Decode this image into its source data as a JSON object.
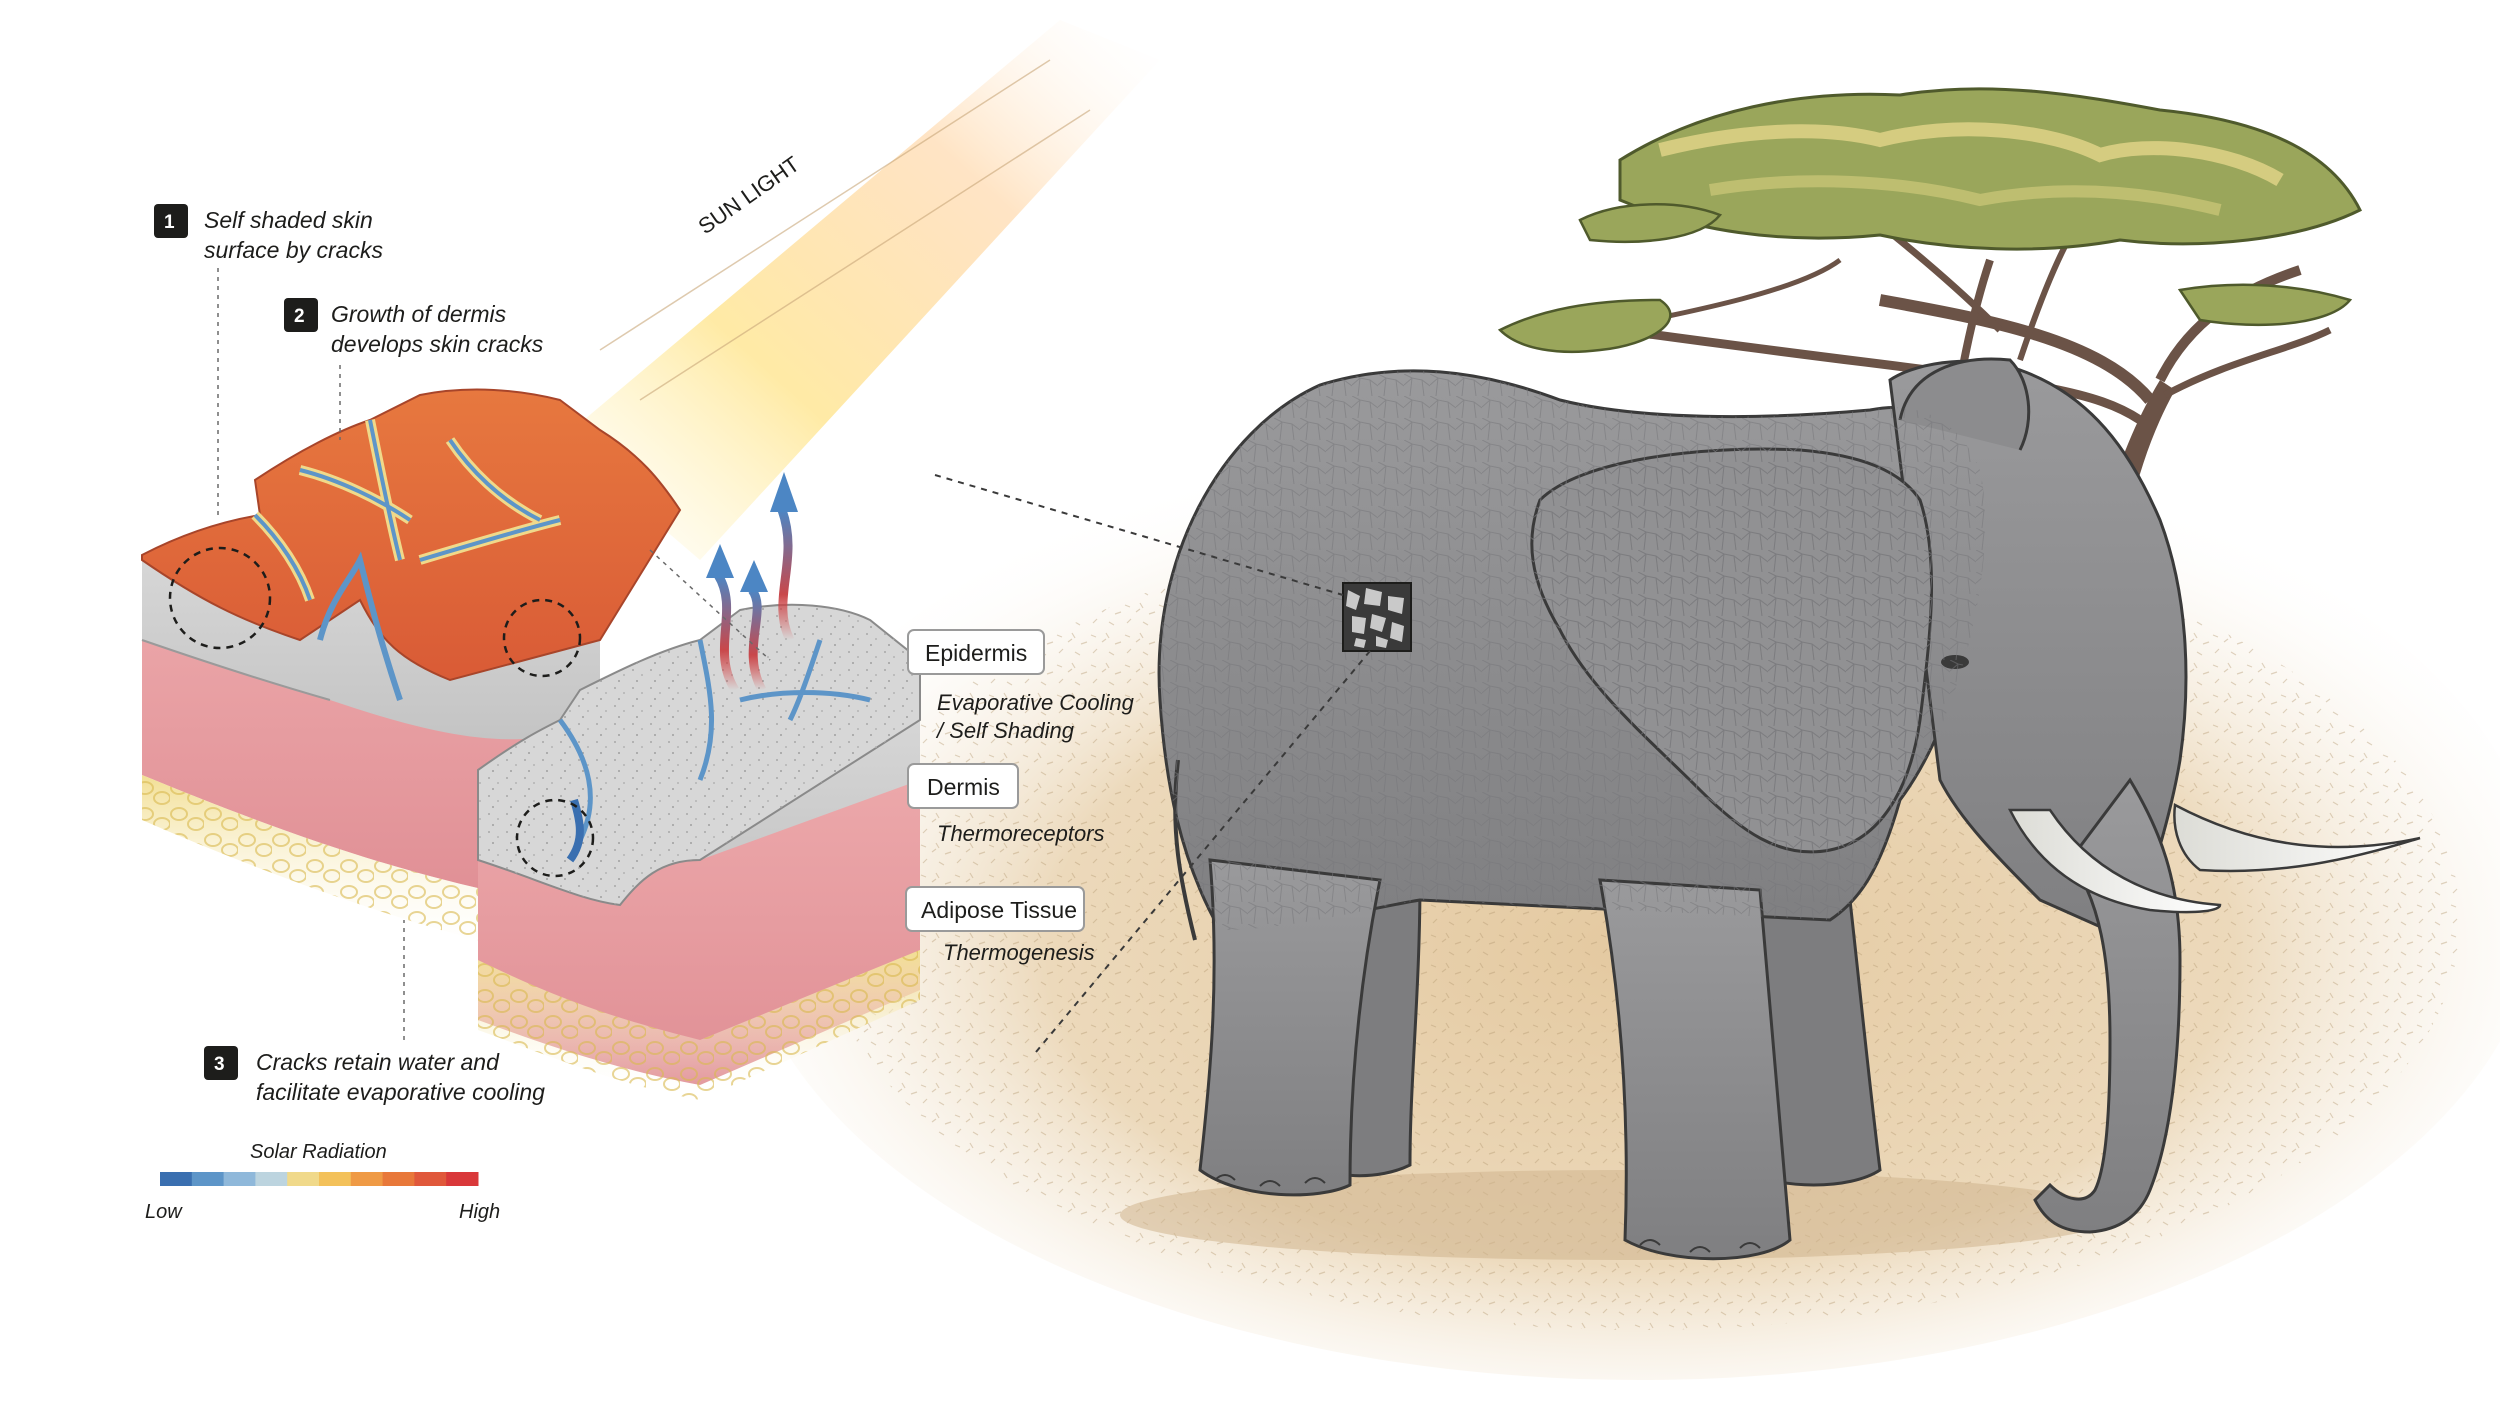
{
  "callouts": [
    {
      "number": "1",
      "line1": "Self shaded skin",
      "line2": "surface by cracks"
    },
    {
      "number": "2",
      "line1": "Growth of  dermis",
      "line2": "develops skin cracks"
    },
    {
      "number": "3",
      "line1": "Cracks retain water and",
      "line2": "facilitate evaporative cooling"
    }
  ],
  "sunlight_label": "SUN LIGHT",
  "layers": [
    {
      "name": "Epidermis",
      "function_line1": "Evaporative Cooling",
      "function_line2": "/ Self Shading"
    },
    {
      "name": "Dermis",
      "function_line1": "Thermoreceptors",
      "function_line2": ""
    },
    {
      "name": "Adipose Tissue",
      "function_line1": "Thermogenesis",
      "function_line2": ""
    }
  ],
  "legend": {
    "title": "Solar Radiation",
    "low": "Low",
    "high": "High",
    "colors": [
      "#3a6fb0",
      "#5d95c8",
      "#8fb8da",
      "#bcd4df",
      "#f0d98a",
      "#f3c15a",
      "#ef9a45",
      "#e8783a",
      "#e0583b",
      "#d9383a"
    ]
  },
  "colors": {
    "epidermis_hot": "#df6b3f",
    "epidermis_cool": "#d8d8d8",
    "dermis": "#e59a9f",
    "adipose": "#f1dc8c",
    "elephant": "#8f8f91",
    "ground": "#e8d3b0",
    "tree_foliage": "#9aa65b"
  }
}
